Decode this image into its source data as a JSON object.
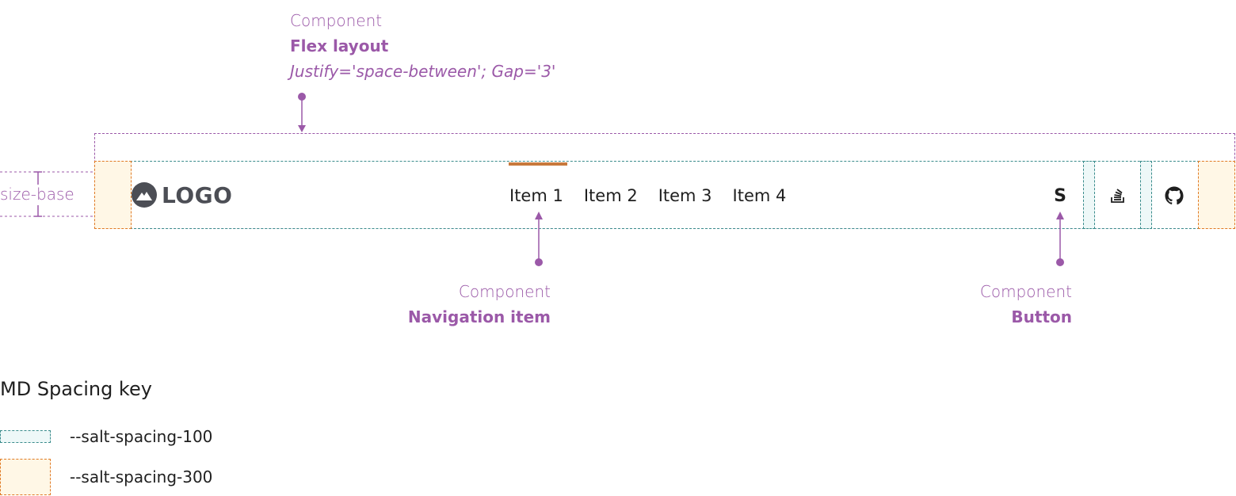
{
  "annotations": {
    "flex": {
      "kind": "Component",
      "name": "Flex layout",
      "props": "Justify='space-between'; Gap='3'"
    },
    "nav": {
      "kind": "Component",
      "name": "Navigation item"
    },
    "button": {
      "kind": "Component",
      "name": "Button"
    },
    "size_label": "size-base"
  },
  "header": {
    "logo_text": "LOGO",
    "nav_items": [
      "Item 1",
      "Item 2",
      "Item 3",
      "Item 4"
    ],
    "active_item": "Item 1",
    "buttons": [
      {
        "icon": "stencil-s-icon",
        "glyph": "S"
      },
      {
        "icon": "stack-overflow-icon"
      },
      {
        "icon": "github-icon"
      }
    ]
  },
  "key": {
    "title": "MD Spacing key",
    "items": [
      {
        "label": "--salt-spacing-100",
        "color": "#3a8c8c"
      },
      {
        "label": "--salt-spacing-300",
        "color": "#e07a24"
      }
    ]
  },
  "colors": {
    "annotation": "#9b59a8",
    "spacing_100": "#3a8c8c",
    "spacing_300": "#e07a24",
    "active_indicator": "#c8793c",
    "logo": "#4c4e55"
  }
}
